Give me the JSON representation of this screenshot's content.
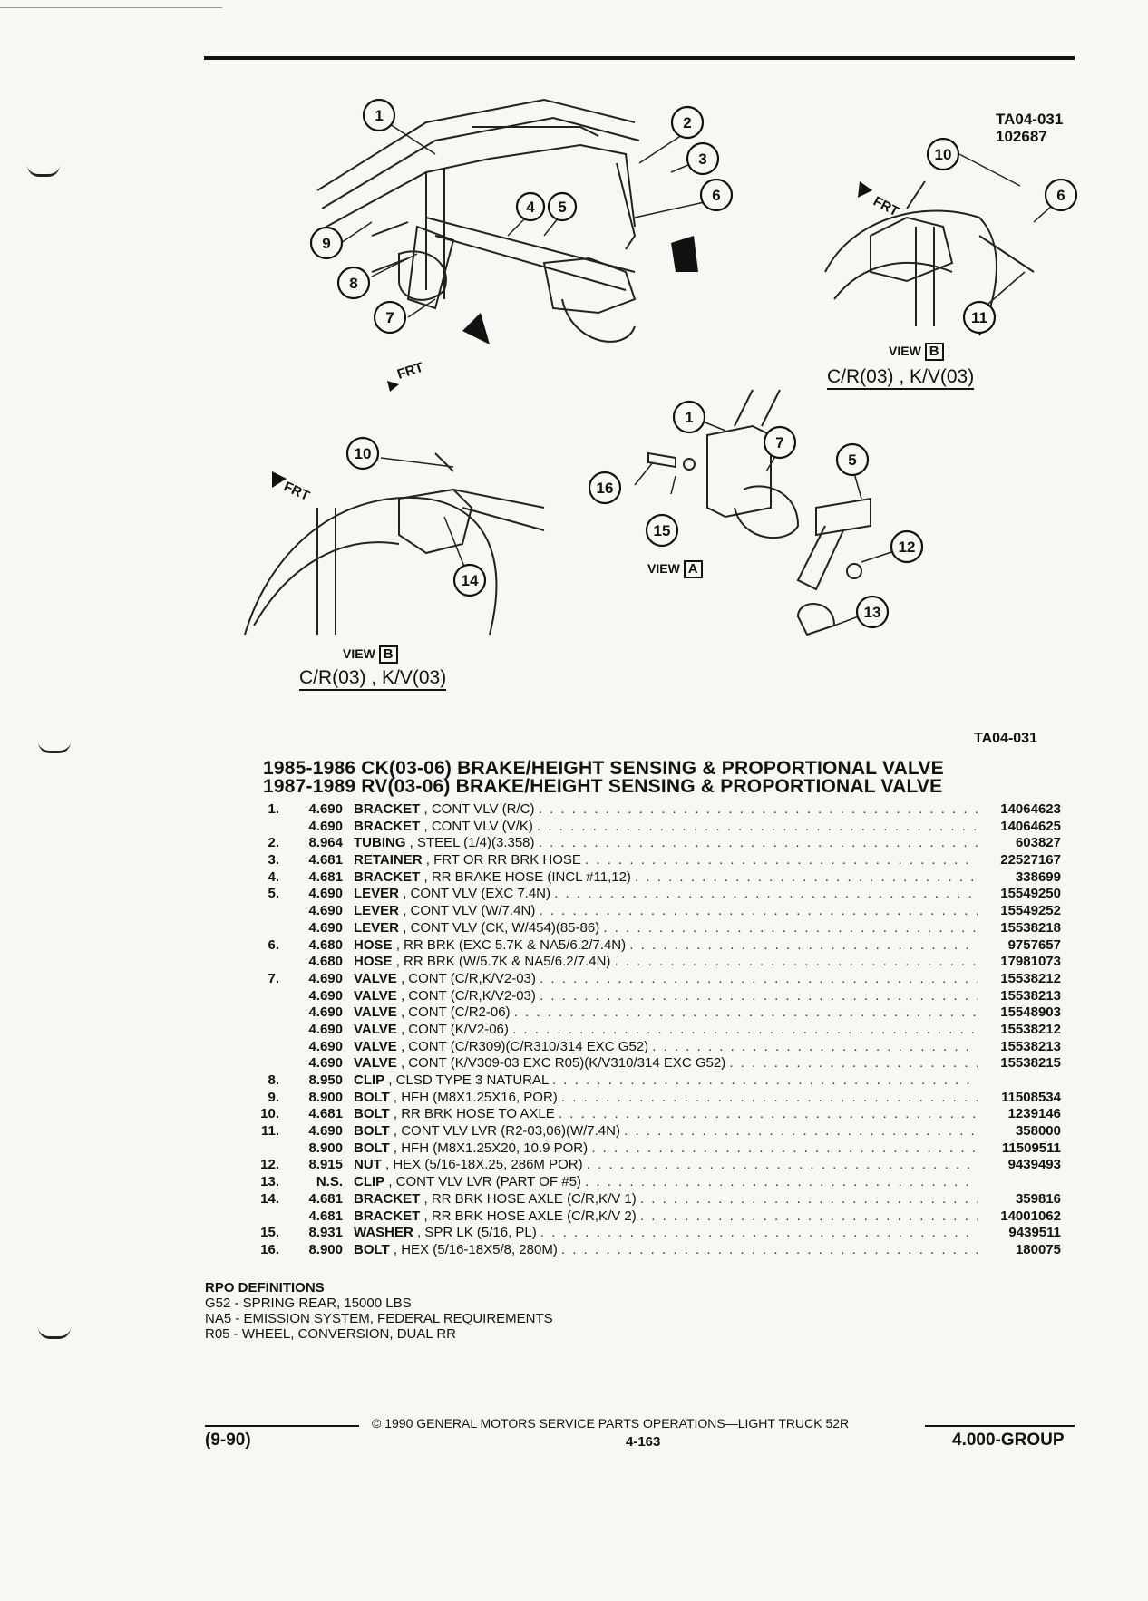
{
  "figure": {
    "code_top": "TA04-031",
    "code_sub": "102687",
    "code_bottom": "TA04-031",
    "front_label": "FRT",
    "view_word": "VIEW",
    "view_a_letter": "A",
    "view_b_letter": "B",
    "variant_caption": "C/R(03) , K/V(03)",
    "callouts": [
      "1",
      "2",
      "3",
      "4",
      "5",
      "6",
      "7",
      "8",
      "9",
      "10",
      "11",
      "12",
      "13",
      "14",
      "15",
      "16"
    ]
  },
  "titles": [
    "1985-1986 CK(03-06) BRAKE/HEIGHT SENSING & PROPORTIONAL VALVE",
    "1987-1989 RV(03-06) BRAKE/HEIGHT SENSING & PROPORTIONAL VALVE"
  ],
  "parts": [
    {
      "item": "1.",
      "group": "4.690",
      "name": "BRACKET",
      "desc": ", CONT VLV (R/C)",
      "part": "14064623"
    },
    {
      "item": "",
      "group": "4.690",
      "name": "BRACKET",
      "desc": ", CONT VLV (V/K)",
      "part": "14064625"
    },
    {
      "item": "2.",
      "group": "8.964",
      "name": "TUBING",
      "desc": ", STEEL (1/4)(3.358)",
      "part": "603827"
    },
    {
      "item": "3.",
      "group": "4.681",
      "name": "RETAINER",
      "desc": ", FRT OR RR BRK HOSE",
      "part": "22527167"
    },
    {
      "item": "4.",
      "group": "4.681",
      "name": "BRACKET",
      "desc": ", RR BRAKE HOSE (INCL #11,12)",
      "part": "338699"
    },
    {
      "item": "5.",
      "group": "4.690",
      "name": "LEVER",
      "desc": ", CONT VLV (EXC 7.4N)",
      "part": "15549250"
    },
    {
      "item": "",
      "group": "4.690",
      "name": "LEVER",
      "desc": ", CONT VLV (W/7.4N)",
      "part": "15549252"
    },
    {
      "item": "",
      "group": "4.690",
      "name": "LEVER",
      "desc": ", CONT VLV (CK, W/454)(85-86)",
      "part": "15538218"
    },
    {
      "item": "6.",
      "group": "4.680",
      "name": "HOSE",
      "desc": ", RR BRK (EXC 5.7K & NA5/6.2/7.4N)",
      "part": "9757657"
    },
    {
      "item": "",
      "group": "4.680",
      "name": "HOSE",
      "desc": ", RR BRK (W/5.7K & NA5/6.2/7.4N)",
      "part": "17981073"
    },
    {
      "item": "7.",
      "group": "4.690",
      "name": "VALVE",
      "desc": ", CONT (C/R,K/V2-03)",
      "part": "15538212"
    },
    {
      "item": "",
      "group": "4.690",
      "name": "VALVE",
      "desc": ", CONT (C/R,K/V2-03)",
      "part": "15538213"
    },
    {
      "item": "",
      "group": "4.690",
      "name": "VALVE",
      "desc": ", CONT (C/R2-06)",
      "part": "15548903"
    },
    {
      "item": "",
      "group": "4.690",
      "name": "VALVE",
      "desc": ", CONT (K/V2-06)",
      "part": "15538212"
    },
    {
      "item": "",
      "group": "4.690",
      "name": "VALVE",
      "desc": ", CONT (C/R309)(C/R310/314 EXC G52)",
      "part": "15538213"
    },
    {
      "item": "",
      "group": "4.690",
      "name": "VALVE",
      "desc": ", CONT (K/V309-03 EXC R05)(K/V310/314 EXC G52)",
      "part": "15538215"
    },
    {
      "item": "8.",
      "group": "8.950",
      "name": "CLIP",
      "desc": ", CLSD TYPE 3 NATURAL",
      "part": ""
    },
    {
      "item": "9.",
      "group": "8.900",
      "name": "BOLT",
      "desc": ", HFH (M8X1.25X16, POR)",
      "part": "11508534"
    },
    {
      "item": "10.",
      "group": "4.681",
      "name": "BOLT",
      "desc": ", RR BRK HOSE TO AXLE",
      "part": "1239146"
    },
    {
      "item": "11.",
      "group": "4.690",
      "name": "BOLT",
      "desc": ", CONT VLV LVR (R2-03,06)(W/7.4N)",
      "part": "358000"
    },
    {
      "item": "",
      "group": "8.900",
      "name": "BOLT",
      "desc": ", HFH (M8X1.25X20, 10.9 POR)",
      "part": "11509511"
    },
    {
      "item": "12.",
      "group": "8.915",
      "name": "NUT",
      "desc": ", HEX (5/16-18X.25, 286M POR)",
      "part": "9439493"
    },
    {
      "item": "13.",
      "group": "N.S.",
      "name": "CLIP",
      "desc": ", CONT VLV LVR (PART OF #5)",
      "part": ""
    },
    {
      "item": "14.",
      "group": "4.681",
      "name": "BRACKET",
      "desc": ", RR BRK HOSE AXLE (C/R,K/V 1)",
      "part": "359816"
    },
    {
      "item": "",
      "group": "4.681",
      "name": "BRACKET",
      "desc": ", RR BRK HOSE AXLE (C/R,K/V 2)",
      "part": "14001062"
    },
    {
      "item": "15.",
      "group": "8.931",
      "name": "WASHER",
      "desc": ", SPR LK (5/16, PL)",
      "part": "9439511"
    },
    {
      "item": "16.",
      "group": "8.900",
      "name": "BOLT",
      "desc": ", HEX (5/16-18X5/8, 280M)",
      "part": "180075"
    }
  ],
  "rpo": {
    "heading": "RPO DEFINITIONS",
    "lines": [
      "G52 - SPRING REAR, 15000 LBS",
      "NA5 - EMISSION SYSTEM, FEDERAL REQUIREMENTS",
      "R05 - WHEEL, CONVERSION, DUAL RR"
    ]
  },
  "footer": {
    "copyright": "© 1990 GENERAL MOTORS SERVICE PARTS OPERATIONS—LIGHT TRUCK 52R",
    "date": "(9-90)",
    "page": "4-163",
    "group": "4.000-GROUP"
  }
}
